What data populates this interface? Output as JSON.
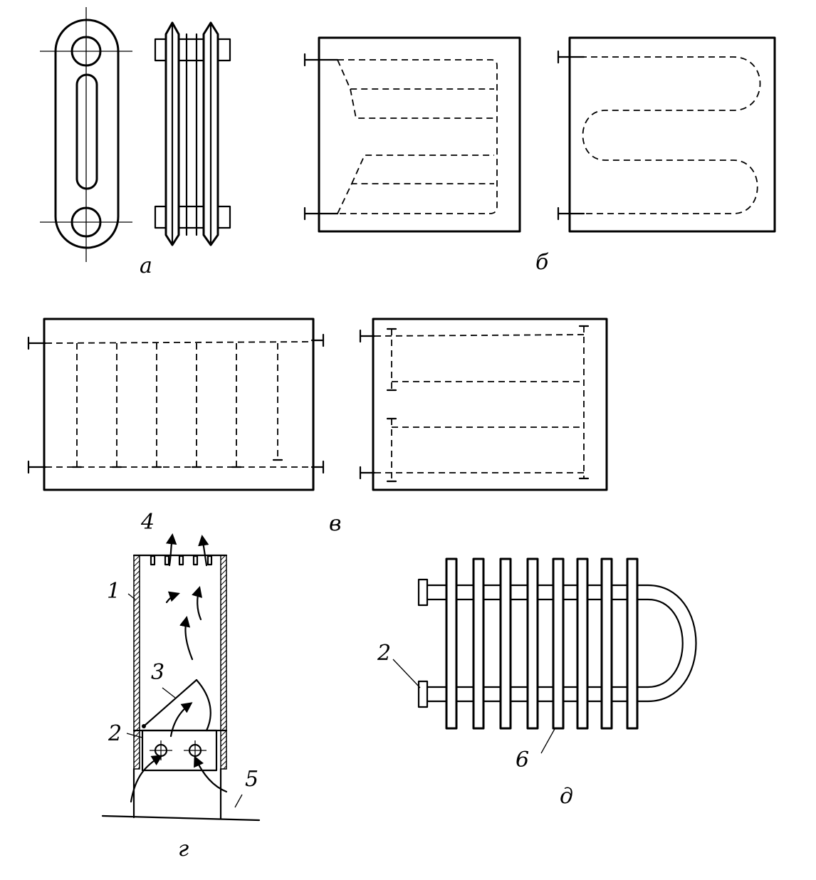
{
  "figure": {
    "labels": {
      "a": "а",
      "b": "б",
      "v": "в",
      "g": "г",
      "d": "д"
    },
    "callouts": {
      "n1": "1",
      "n2_g": "2",
      "n3": "3",
      "n4": "4",
      "n5": "5",
      "n2_d": "2",
      "n6": "6"
    },
    "line_color": "#000000",
    "background": "#ffffff"
  }
}
